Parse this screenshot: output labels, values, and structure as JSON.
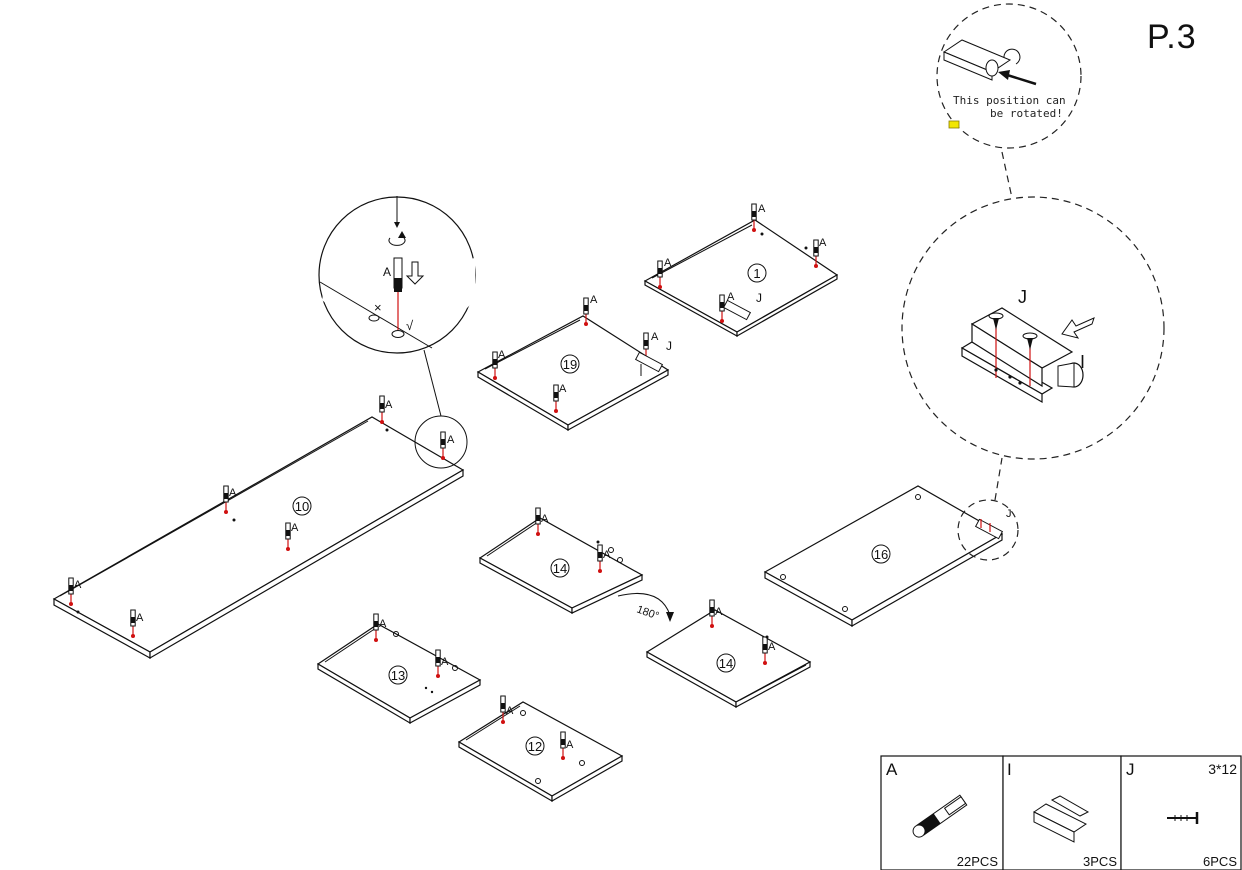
{
  "page": {
    "number": "P.3"
  },
  "callouts": {
    "rotation_note_line1": "This position can",
    "rotation_note_line2": "be rotated!",
    "rotate_angle": "180°"
  },
  "panels": [
    {
      "id": "1",
      "label": "1"
    },
    {
      "id": "19",
      "label": "19"
    },
    {
      "id": "10",
      "label": "10"
    },
    {
      "id": "14a",
      "label": "14"
    },
    {
      "id": "14b",
      "label": "14"
    },
    {
      "id": "16",
      "label": "16"
    },
    {
      "id": "13",
      "label": "13"
    },
    {
      "id": "12",
      "label": "12"
    }
  ],
  "hardware_letters": {
    "cam_bolt": "A",
    "hinge_bracket": "I",
    "screw": "J"
  },
  "check_mark": "√",
  "cross_mark": "×",
  "parts_table": {
    "items": [
      {
        "letter": "A",
        "spec": "",
        "qty": "22PCS",
        "icon": "cam-bolt-icon"
      },
      {
        "letter": "I",
        "spec": "",
        "qty": "3PCS",
        "icon": "bracket-icon"
      },
      {
        "letter": "J",
        "spec": "3*12",
        "qty": "6PCS",
        "icon": "screw-icon"
      }
    ]
  },
  "colors": {
    "line": "#111111",
    "drill_line": "#d01010",
    "note_icon": "#f2e600"
  }
}
